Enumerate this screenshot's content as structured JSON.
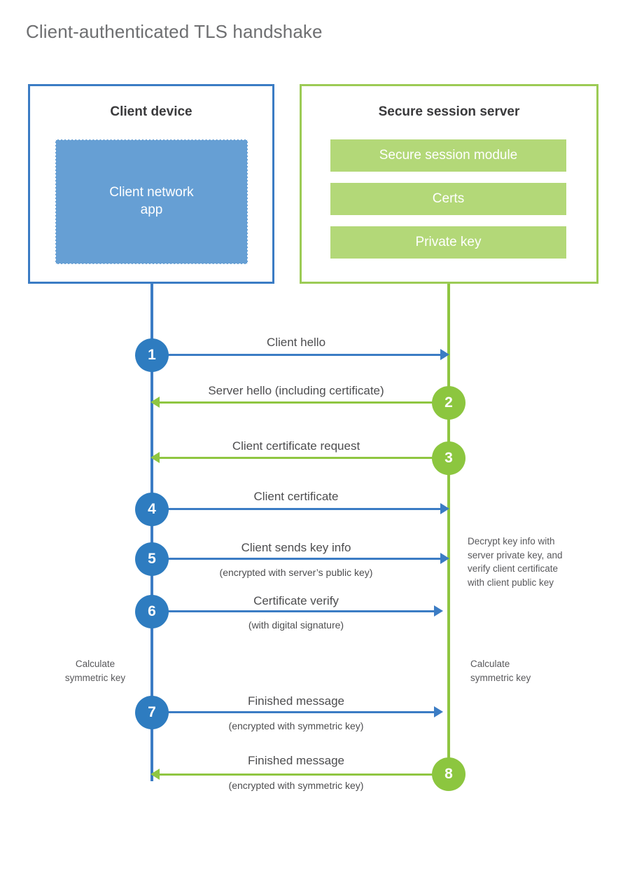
{
  "title": "Client-authenticated TLS handshake",
  "colors": {
    "client_blue": "#3b7cc4",
    "client_app_fill": "#669fd4",
    "step_blue": "#2e7cc0",
    "server_green": "#9ccb55",
    "server_bar_fill": "#b3d878",
    "step_green": "#8cc63f",
    "line_green": "#8fc641",
    "text_gray": "#4d4d4f",
    "title_gray": "#6e6f71"
  },
  "client": {
    "title": "Client device",
    "app_label": "Client network\napp"
  },
  "server": {
    "title": "Secure session server",
    "bars": [
      {
        "label": "Secure session module"
      },
      {
        "label": "Certs"
      },
      {
        "label": "Private key"
      }
    ]
  },
  "steps": [
    {
      "number": "1",
      "label": "Client hello",
      "sub": "",
      "direction": "to-server"
    },
    {
      "number": "2",
      "label": "Server hello (including certificate)",
      "sub": "",
      "direction": "to-client"
    },
    {
      "number": "3",
      "label": "Client certificate request",
      "sub": "",
      "direction": "to-client"
    },
    {
      "number": "4",
      "label": "Client certificate",
      "sub": "",
      "direction": "to-server"
    },
    {
      "number": "5",
      "label": "Client sends key info",
      "sub": "(encrypted with server’s public key)",
      "direction": "to-server"
    },
    {
      "number": "6",
      "label": "Certificate verify",
      "sub": "(with digital signature)",
      "direction": "to-server"
    },
    {
      "number": "7",
      "label": "Finished message",
      "sub": "(encrypted with symmetric key)",
      "direction": "to-server"
    },
    {
      "number": "8",
      "label": "Finished message",
      "sub": "(encrypted with symmetric key)",
      "direction": "to-client"
    }
  ],
  "notes": {
    "server_decrypt": "Decrypt key info with\nserver private key, and\nverify client certificate\nwith client public key",
    "client_calculate": "Calculate\nsymmetric key",
    "server_calculate": "Calculate\nsymmetric key"
  }
}
